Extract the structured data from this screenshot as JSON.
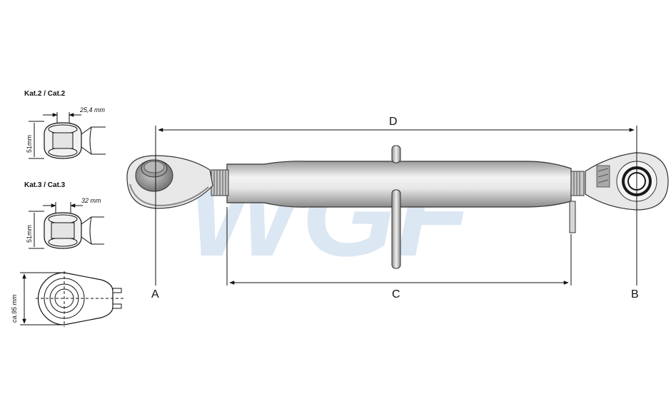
{
  "watermark": "WGF",
  "details": {
    "kat2": {
      "title": "Kat.2 / Cat.2",
      "width": "25,4 mm",
      "height": "51mm"
    },
    "kat3": {
      "title": "Kat.3 / Cat.3",
      "width": "32 mm",
      "height": "51mm"
    },
    "eye": {
      "height": "ca.95 mm"
    }
  },
  "dimensions": {
    "a": "A",
    "b": "B",
    "c": "C",
    "d": "D"
  },
  "colors": {
    "line": "#111111",
    "metal_light": "#f2f2f2",
    "metal_dark": "#8c8c8c",
    "watermark": "#cfe0ee"
  }
}
